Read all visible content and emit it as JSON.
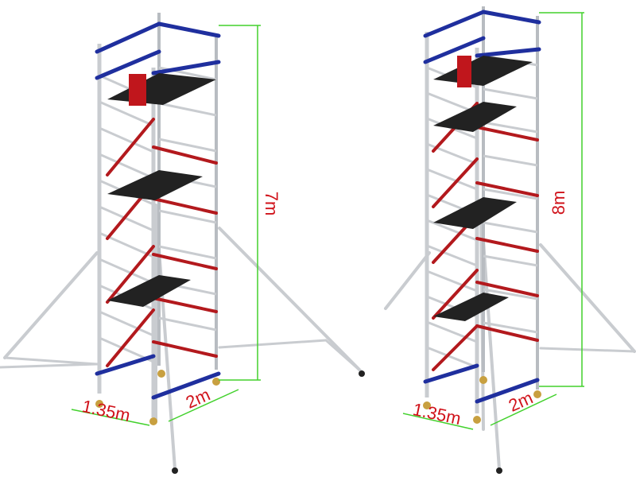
{
  "towers": [
    {
      "height_label": "7m",
      "width_label": "1.35m",
      "length_label": "2m",
      "platforms": 3
    },
    {
      "height_label": "8m",
      "width_label": "1.35m",
      "length_label": "2m",
      "platforms": 4
    }
  ],
  "colors": {
    "frame": "#c9ccd0",
    "frame_shadow": "#8e9398",
    "top_rail": "#1f2f9e",
    "brace": "#b3191d",
    "platform": "#222222",
    "toeboard": "#c0161c",
    "dimension_line": "#42d12c",
    "dimension_text": "#d0121a",
    "castor": "#c8a040"
  }
}
